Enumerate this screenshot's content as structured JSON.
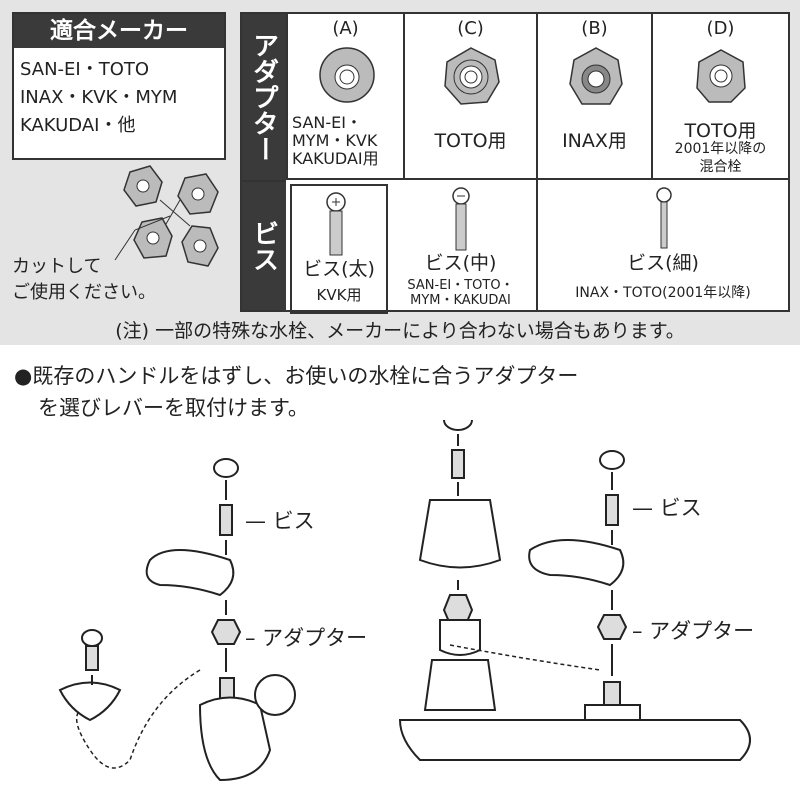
{
  "makers": {
    "title": "適合メーカー",
    "lines": [
      "SAN-EI・TOTO",
      "INAX・KVK・MYM",
      "KAKUDAI・他"
    ]
  },
  "cut_note": [
    "カットして",
    "ご使用ください。"
  ],
  "table": {
    "adapter_header": "アダプター",
    "screw_header": "ビス",
    "adapters": [
      {
        "code": "(A)",
        "caption": [
          "SAN-EI・",
          "MYM・KVK",
          "KAKUDAI用"
        ]
      },
      {
        "code": "(C)",
        "caption": [
          "TOTO用"
        ]
      },
      {
        "code": "(B)",
        "caption": [
          "INAX用"
        ]
      },
      {
        "code": "(D)",
        "caption": [
          "TOTO用",
          "2001年以降の",
          "混合栓"
        ]
      }
    ],
    "screws": [
      {
        "name": "ビス(太)",
        "caption": [
          "KVK用"
        ]
      },
      {
        "name": "ビス(中)",
        "caption": [
          "SAN-EI・TOTO・",
          "MYM・KAKUDAI"
        ]
      },
      {
        "name": "ビス(細)",
        "caption": [
          "INAX・TOTO(2001年以降)"
        ]
      }
    ]
  },
  "note": "(注) 一部の特殊な水栓、メーカーにより合わない場合もあります。",
  "instructions": [
    "●既存のハンドルをはずし、お使いの水栓に合うアダプター",
    "を選びレバーを取付けます。"
  ],
  "labels": {
    "screw": "— ビス",
    "adapter": "– アダプター"
  }
}
